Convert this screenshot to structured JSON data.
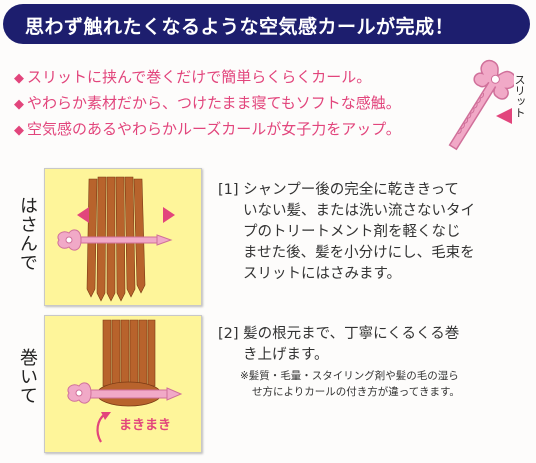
{
  "banner": {
    "title": "思わず触れたくなるような空気感カールが完成！"
  },
  "bullets": [
    "スリットに挟んで巻くだけで簡単らくらくカール。",
    "やわらか素材だから、つけたまま寝てもソフトな感触。",
    "空気感のあるやわらかルーズカールが女子力をアップ。"
  ],
  "slit_label": "スリット",
  "steps": [
    {
      "side_label": "はさんで",
      "number": "[1]",
      "lines": [
        "シャンプー後の完全に乾ききって",
        "いない髪、または洗い流さないタイ",
        "プのトリートメント剤を軽くなじ",
        "ませた後、髪を小分けにし、毛束を",
        "スリットにはさみます。"
      ]
    },
    {
      "side_label": "巻いて",
      "number": "[2]",
      "lines": [
        "髪の根元まで、丁寧にくるくる巻",
        "き上げます。"
      ],
      "note_lines": [
        "※髪質・毛量・スタイリング剤や髪の毛の湿ら",
        "せ方によりカールの付き方が違ってきます。"
      ],
      "panel_caption": "まきまき"
    }
  ],
  "colors": {
    "banner": "#1d1e6e",
    "accent": "#e2457c",
    "panel": "#fef59a",
    "hair": "#b8632c"
  }
}
